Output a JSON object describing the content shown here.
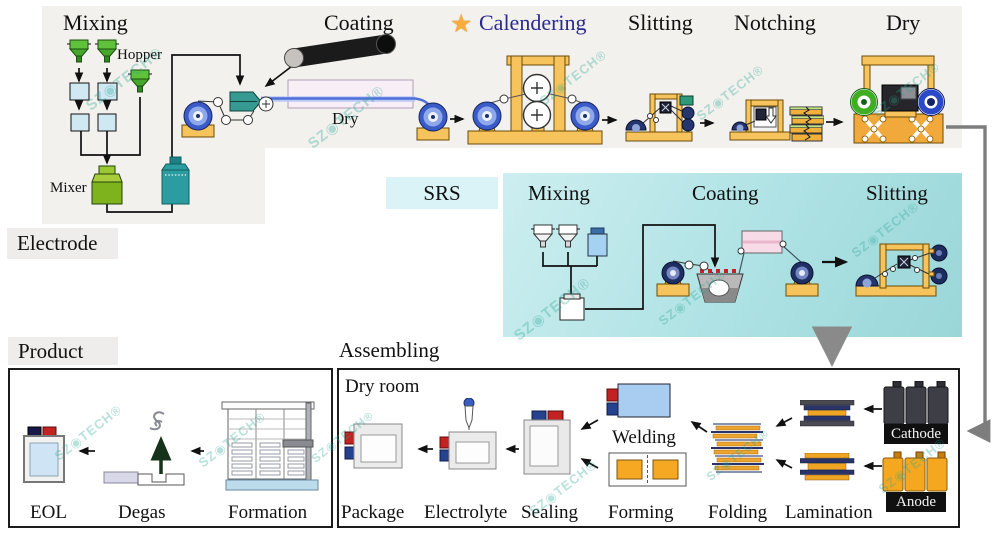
{
  "sections": {
    "electrode": {
      "label": "Electrode"
    },
    "srs": {
      "label": "SRS"
    },
    "product": {
      "label": "Product"
    },
    "assembling": {
      "label": "Assembling"
    }
  },
  "electrode_steps": {
    "mixing": "Mixing",
    "coating": "Coating",
    "calendering": "Calendering",
    "slitting": "Slitting",
    "notching": "Notching",
    "dry": "Dry"
  },
  "electrode_parts": {
    "hopper": "Hopper",
    "mixer": "Mixer",
    "dry_oven": "Dry"
  },
  "srs_steps": {
    "mixing": "Mixing",
    "coating": "Coating",
    "slitting": "Slitting"
  },
  "product_steps": {
    "eol": "EOL",
    "degas": "Degas",
    "formation": "Formation"
  },
  "assembling_parts": {
    "dry_room": "Dry room",
    "welding": "Welding",
    "cathode": "Cathode",
    "anode": "Anode"
  },
  "assembling_steps": {
    "package": "Package",
    "electrolyte": "Electrolyte",
    "sealing": "Sealing",
    "forming": "Forming",
    "folding": "Folding",
    "lamination": "Lamination"
  },
  "star_icon": "★",
  "watermark": "SZ◉TECH®",
  "colors": {
    "calendering_text": "#2a2a90",
    "star": "#f6ad3c",
    "panel_gray": "#f2f1ee",
    "panel_teal": "#a9dfe1",
    "machine_yellow": "#f6c35c",
    "roller_blue": "#3b5cc8",
    "cathode_dark": "#3e3e46",
    "anode_orange": "#f5a71f",
    "tab_red": "#c22222",
    "tab_blue": "#26418e"
  }
}
